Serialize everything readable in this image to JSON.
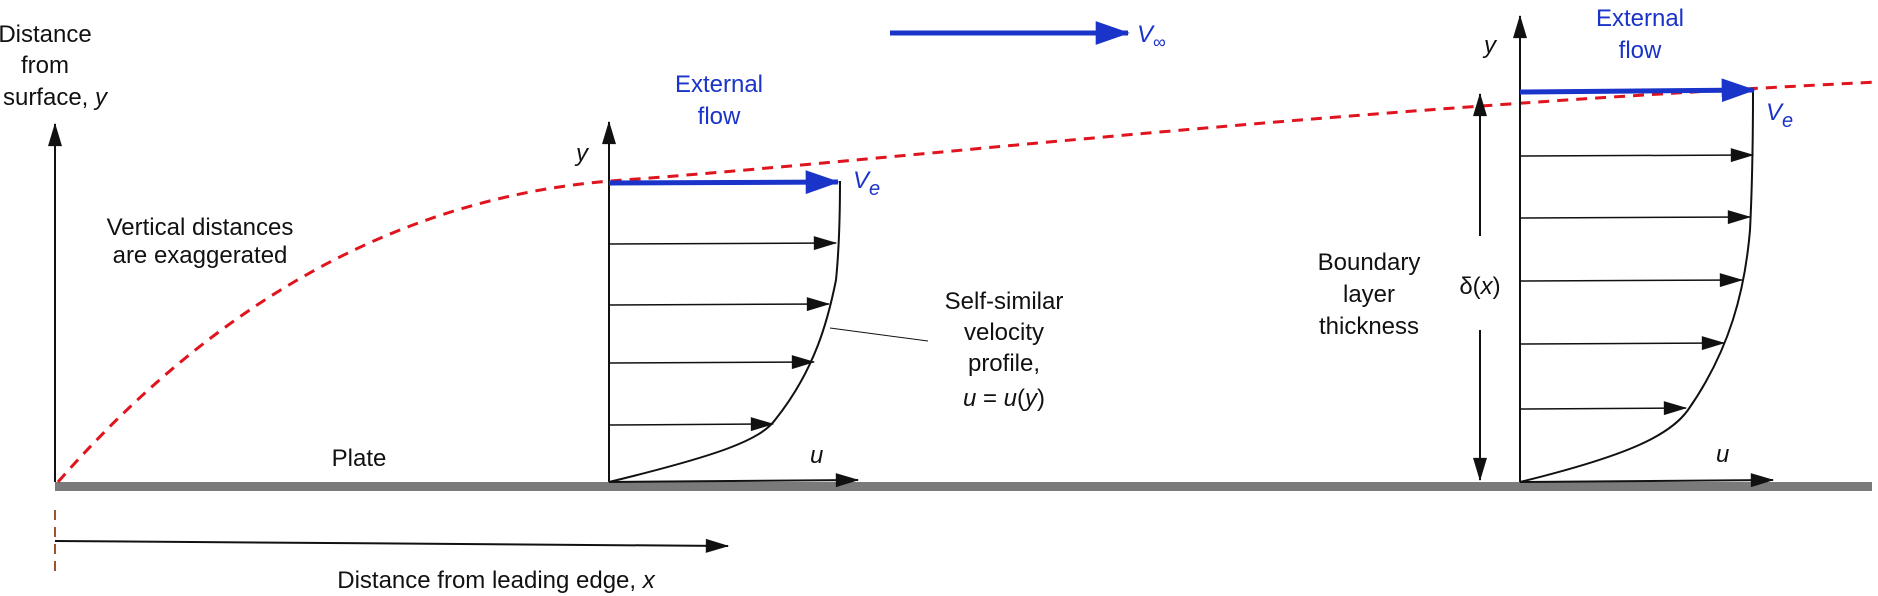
{
  "colors": {
    "boundary_layer_edge": "#e0141e",
    "external_flow": "#1a33c8",
    "plate": "#7a7a7a",
    "ink": "#111111",
    "leading_edge_tick": "#a0522d"
  },
  "labels": {
    "y_axis_line1": "Distance",
    "y_axis_line2": "from",
    "y_axis_line3": "surface, ",
    "y_axis_var": "y",
    "freestream": "V",
    "freestream_sub": "∞",
    "note_line1": "Vertical distances",
    "note_line2": "are exaggerated",
    "plate": "Plate",
    "x_axis": "Distance from leading edge, ",
    "x_axis_var": "x",
    "profile1": {
      "external_line1": "External",
      "external_line2": "flow",
      "y": "y",
      "u": "u",
      "ve": "V",
      "ve_sub": "e"
    },
    "profile2": {
      "external_line1": "External",
      "external_line2": "flow",
      "y": "y",
      "u": "u",
      "ve": "V",
      "ve_sub": "e"
    },
    "self_similar": {
      "line1": "Self-similar",
      "line2": "velocity",
      "line3": "profile,",
      "line4_a": "u",
      "line4_b": " = ",
      "line4_c": "u",
      "line4_d": "(",
      "line4_e": "y",
      "line4_f": ")"
    },
    "thickness": {
      "delta": "δ(",
      "delta_var": "x",
      "delta_close": ")",
      "line1": "Boundary",
      "line2": "layer",
      "line3": "thickness"
    }
  },
  "icons": [
    "arrow-head",
    "dashed-curve",
    "velocity-arrows"
  ]
}
